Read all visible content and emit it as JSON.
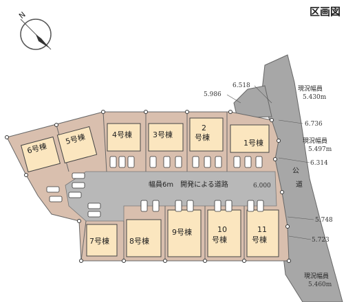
{
  "title": "区画図",
  "road": {
    "internal_label": "幅員6m　開発による道路",
    "internal_width": "6.000",
    "public_label": "公道"
  },
  "lots": [
    {
      "id": "lot-1",
      "label": "1号棟"
    },
    {
      "id": "lot-2",
      "label": "2\n号棟"
    },
    {
      "id": "lot-3",
      "label": "3号棟"
    },
    {
      "id": "lot-4",
      "label": "4号棟"
    },
    {
      "id": "lot-5",
      "label": "5号棟"
    },
    {
      "id": "lot-6",
      "label": "6号棟"
    },
    {
      "id": "lot-7",
      "label": "7号棟"
    },
    {
      "id": "lot-8",
      "label": "8号棟"
    },
    {
      "id": "lot-9",
      "label": "9号棟"
    },
    {
      "id": "lot-10",
      "label": "10\n号棟"
    },
    {
      "id": "lot-11",
      "label": "11\n号棟"
    }
  ],
  "dimensions": [
    "6.518",
    "5.986",
    "6.736",
    "6.314",
    "5.748",
    "5.723"
  ],
  "current_widths": [
    {
      "label": "現況幅員",
      "value": "5.430m"
    },
    {
      "label": "現況幅員",
      "value": "5.497m"
    },
    {
      "label": "現況幅員",
      "value": "5.460m"
    }
  ],
  "compass": {
    "label": "N"
  },
  "colors": {
    "lot_fill": "#d9bfae",
    "house_fill": "#fbe6bf",
    "road_fill": "#b8b8b8",
    "public_road_fill": "#a9a9a9"
  }
}
